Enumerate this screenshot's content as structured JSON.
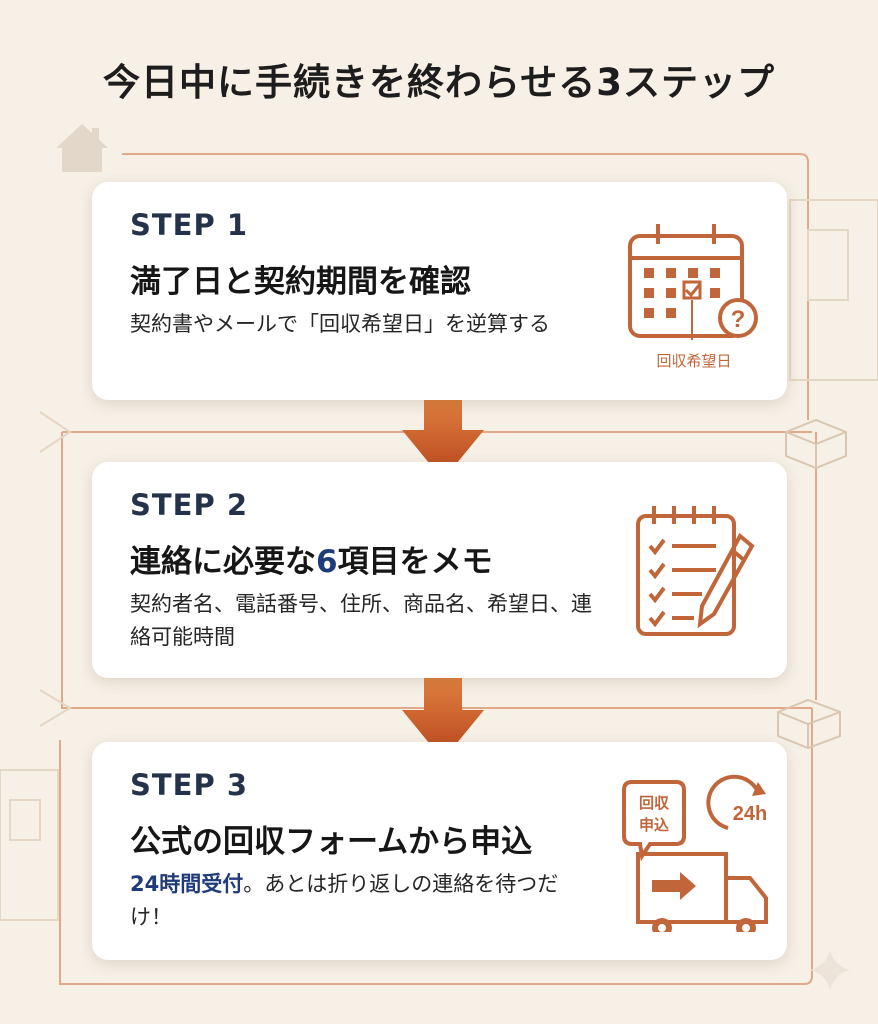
{
  "title": "今日中に手続きを終わらせる3ステップ",
  "colors": {
    "accent": "#c0663a",
    "arrow_top": "#d9743b",
    "arrow_bottom": "#b9451f",
    "navy": "#24324a"
  },
  "steps": [
    {
      "step": "STEP 1",
      "heading": "満了日と契約期間を確認",
      "desc": "契約書やメールで「回収希望日」を逆算する",
      "icon": "calendar-question-icon",
      "icon_label": "回収希望日"
    },
    {
      "step": "STEP 2",
      "heading_pre": "連絡に必要な",
      "heading_num": "6",
      "heading_post": "項目をメモ",
      "desc": "契約者名、電話番号、住所、商品名、希望日、連絡可能時間",
      "icon": "checklist-pen-icon"
    },
    {
      "step": "STEP 3",
      "heading": "公式の回収フォームから申込",
      "desc_highlight": "24時間受付",
      "desc_rest": "。あとは折り返しの連絡を待つだけ！",
      "icon": "truck-24h-icon",
      "bubble_line1": "回収",
      "bubble_line2": "申込",
      "badge": "24h"
    }
  ]
}
